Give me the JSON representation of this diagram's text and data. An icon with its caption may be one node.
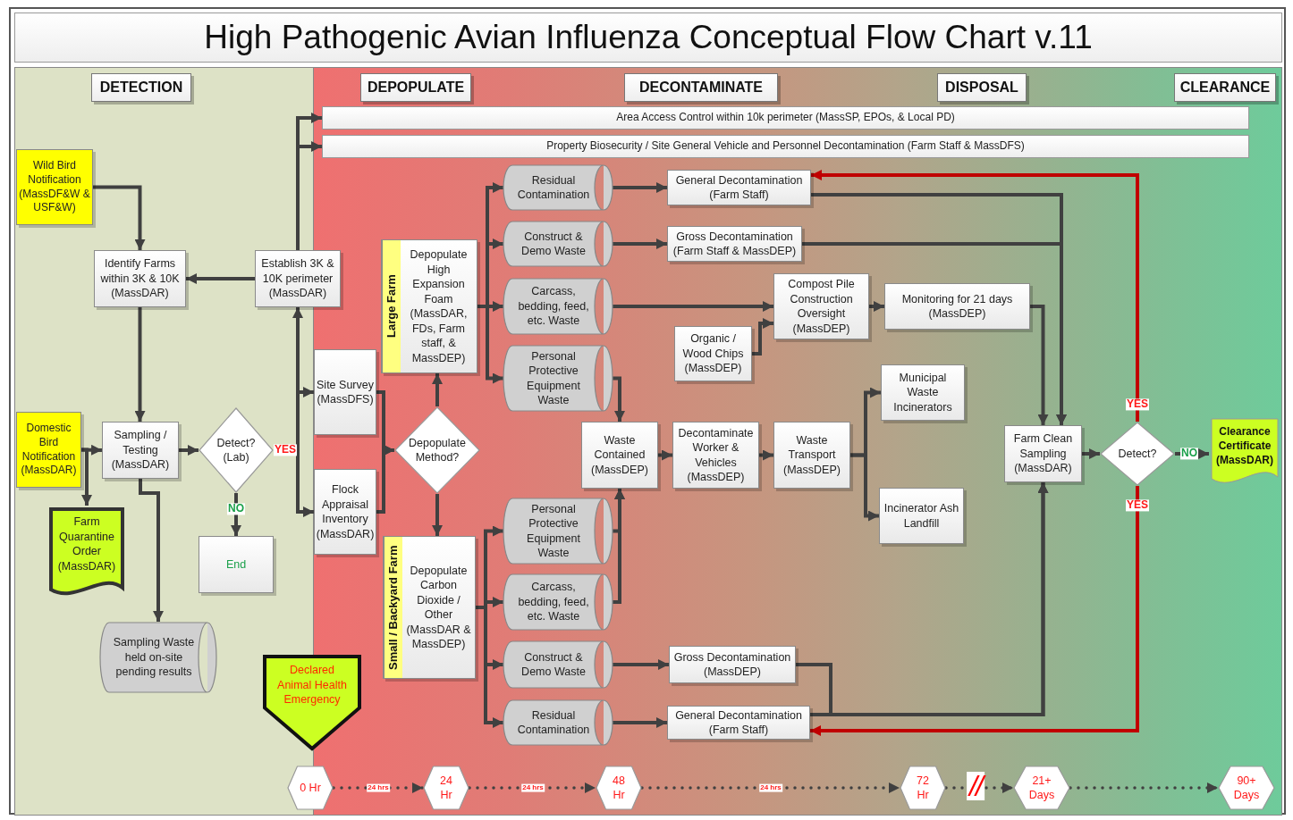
{
  "diagram": {
    "title": "High Pathogenic Avian Influenza Conceptual Flow Chart v.11",
    "nodes": [
      {
        "text": [
          "DETECTION"
        ]
      },
      {
        "text": [
          "DEPOPULATE"
        ]
      },
      {
        "text": [
          "DECONTAMINATE"
        ]
      },
      {
        "text": [
          "DISPOSAL"
        ]
      },
      {
        "text": [
          "CLEARANCE"
        ]
      },
      {
        "text": [
          "Area Access Control within 10k perimeter (MassSP, EPOs, & Local PD)"
        ]
      },
      {
        "text": [
          "Property Biosecurity / Site General Vehicle and Personnel Decontamination (Farm Staff & MassDFS)"
        ]
      },
      {
        "text": [
          "Wild Bird Notification (MassDF&W & USF&W)"
        ]
      },
      {
        "text": [
          "Identify Farms within 3K & 10K (MassDAR)"
        ]
      },
      {
        "text": [
          "Establish 3K & 10K perimeter (MassDAR)"
        ]
      },
      {
        "text": [
          "Domestic Bird Notification (MassDAR)"
        ]
      },
      {
        "text": [
          "Sampling / Testing (MassDAR)"
        ]
      },
      {
        "text": [
          "Detect? (Lab)"
        ]
      },
      {
        "text": [
          "Farm Quarantine Order (MassDAR)"
        ]
      },
      {
        "text": [
          "End"
        ]
      },
      {
        "text": [
          "Sampling Waste held on-site pending results"
        ]
      },
      {
        "text": [
          "Declared Animal Health Emergency"
        ]
      },
      {
        "text": [
          "Site Survey (MassDFS)"
        ]
      },
      {
        "text": [
          "Flock Appraisal Inventory (MassDAR)"
        ]
      },
      {
        "text": [
          "Depopulate Method?"
        ]
      },
      {
        "text": [
          "Large Farm",
          "Depopulate High Expansion Foam (MassDAR, FDs, Farm staff, & MassDEP)"
        ]
      },
      {
        "text": [
          "Residual Contamination"
        ]
      },
      {
        "text": [
          "Construct & Demo Waste"
        ]
      },
      {
        "text": [
          "Carcass, bedding, feed, etc. Waste"
        ]
      },
      {
        "text": [
          "Personal Protective Equipment Waste"
        ]
      },
      {
        "text": [
          "General Decontamination (Farm Staff)"
        ]
      },
      {
        "text": [
          "Gross Decontamination (Farm Staff & MassDEP)"
        ]
      },
      {
        "text": [
          "Compost Pile Construction Oversight (MassDEP)"
        ]
      },
      {
        "text": [
          "Organic / Wood Chips (MassDEP)"
        ]
      },
      {
        "text": [
          "Monitoring for 21 days (MassDEP)"
        ]
      },
      {
        "text": [
          "Waste Contained (MassDEP)"
        ]
      },
      {
        "text": [
          "Decontaminate Worker & Vehicles (MassDEP)"
        ]
      },
      {
        "text": [
          "Waste Transport (MassDEP)"
        ]
      },
      {
        "text": [
          "Municipal Waste Incinerators"
        ]
      },
      {
        "text": [
          "Incinerator Ash Landfill"
        ]
      },
      {
        "text": [
          "Farm Clean Sampling (MassDAR)"
        ]
      },
      {
        "text": [
          "Detect?"
        ]
      },
      {
        "text": [
          "Clearance Certificate (MassDAR)"
        ]
      },
      {
        "text": [
          "Small / Backyard Farm",
          "Depopulate Carbon Dioxide / Other (MassDAR & MassDEP)"
        ]
      },
      {
        "text": [
          "Personal Protective Equipment Waste"
        ]
      },
      {
        "text": [
          "Carcass, bedding, feed, etc. Waste"
        ]
      },
      {
        "text": [
          "Construct & Demo Waste"
        ]
      },
      {
        "text": [
          "Residual Contamination"
        ]
      },
      {
        "text": [
          "Gross Decontamination (MassDEP)"
        ]
      },
      {
        "text": [
          "General Decontamination (Farm Staff)"
        ]
      },
      {
        "text": [
          "0 Hr"
        ]
      },
      {
        "text": [
          "24 Hr"
        ]
      },
      {
        "text": [
          "48 Hr"
        ]
      },
      {
        "text": [
          "72 Hr"
        ]
      },
      {
        "text": [
          "21+ Days"
        ]
      },
      {
        "text": [
          "90+ Days"
        ]
      }
    ],
    "edges": [
      {
        "from": 9,
        "to": 5,
        "arrow": "to"
      },
      {
        "from": 9,
        "to": 6,
        "arrow": "to"
      },
      {
        "from": 9,
        "to": 8,
        "arrow": "to"
      },
      {
        "from": 7,
        "to": 8,
        "arrow": "to"
      },
      {
        "from": 8,
        "to": 11,
        "arrow": "to"
      },
      {
        "from": 10,
        "to": 11,
        "arrow": "to"
      },
      {
        "from": 10,
        "to": 13,
        "arrow": "to"
      },
      {
        "from": 11,
        "to": 12,
        "arrow": "to"
      },
      {
        "from": 11,
        "to": 15,
        "arrow": "to"
      },
      {
        "from": 12,
        "to": 9,
        "arrow": "to",
        "label": "YES"
      },
      {
        "from": 12,
        "to": 17,
        "arrow": "to"
      },
      {
        "from": 12,
        "to": 18,
        "arrow": "to"
      },
      {
        "from": 12,
        "to": 14,
        "arrow": "to",
        "label": "NO"
      },
      {
        "from": 17,
        "to": 19,
        "arrow": "to"
      },
      {
        "from": 18,
        "to": 19,
        "arrow": "to"
      },
      {
        "from": 19,
        "to": 20,
        "arrow": "to"
      },
      {
        "from": 19,
        "to": 38,
        "arrow": "to"
      },
      {
        "from": 20,
        "to": 21,
        "arrow": "to"
      },
      {
        "from": 20,
        "to": 22,
        "arrow": "to"
      },
      {
        "from": 20,
        "to": 23,
        "arrow": "to"
      },
      {
        "from": 20,
        "to": 24,
        "arrow": "to"
      },
      {
        "from": 21,
        "to": 25,
        "arrow": "to"
      },
      {
        "from": 22,
        "to": 26,
        "arrow": "to"
      },
      {
        "from": 23,
        "to": 27,
        "arrow": "to"
      },
      {
        "from": 28,
        "to": 27,
        "arrow": "to"
      },
      {
        "from": 27,
        "to": 29,
        "arrow": "to"
      },
      {
        "from": 24,
        "to": 30,
        "arrow": "to"
      },
      {
        "from": 39,
        "to": 30,
        "arrow": "to"
      },
      {
        "from": 40,
        "to": 30,
        "arrow": "to"
      },
      {
        "from": 30,
        "to": 31,
        "arrow": "to"
      },
      {
        "from": 31,
        "to": 32,
        "arrow": "to"
      },
      {
        "from": 32,
        "to": 33,
        "arrow": "to"
      },
      {
        "from": 32,
        "to": 34,
        "arrow": "to"
      },
      {
        "from": 38,
        "to": 39,
        "arrow": "to"
      },
      {
        "from": 38,
        "to": 40,
        "arrow": "to"
      },
      {
        "from": 38,
        "to": 41,
        "arrow": "to"
      },
      {
        "from": 38,
        "to": 42,
        "arrow": "to"
      },
      {
        "from": 41,
        "to": 43,
        "arrow": "to"
      },
      {
        "from": 42,
        "to": 44,
        "arrow": "to"
      },
      {
        "from": 25,
        "to": 35,
        "arrow": "to"
      },
      {
        "from": 26,
        "to": 35,
        "arrow": "to"
      },
      {
        "from": 29,
        "to": 35,
        "arrow": "to"
      },
      {
        "from": 43,
        "to": 35,
        "arrow": "to"
      },
      {
        "from": 44,
        "to": 35,
        "arrow": "to"
      },
      {
        "from": 35,
        "to": 36,
        "arrow": "to"
      },
      {
        "from": 36,
        "to": 37,
        "arrow": "to",
        "label": "NO"
      },
      {
        "from": 36,
        "to": 25,
        "arrow": "to",
        "label": "YES",
        "color": "#c00000"
      },
      {
        "from": 36,
        "to": 44,
        "arrow": "to",
        "label": "YES",
        "color": "#c00000"
      },
      {
        "from": 45,
        "to": 46,
        "arrow": "to",
        "label": "24 hrs",
        "style": "dashed"
      },
      {
        "from": 46,
        "to": 47,
        "arrow": "to",
        "label": "24 hrs",
        "style": "dashed"
      },
      {
        "from": 47,
        "to": 48,
        "arrow": "to",
        "label": "24 hrs",
        "style": "dashed"
      },
      {
        "from": 48,
        "to": 49,
        "arrow": "to",
        "style": "dashed"
      },
      {
        "from": 49,
        "to": 50,
        "arrow": "to",
        "style": "dashed"
      }
    ],
    "labels": [
      "//"
    ]
  }
}
